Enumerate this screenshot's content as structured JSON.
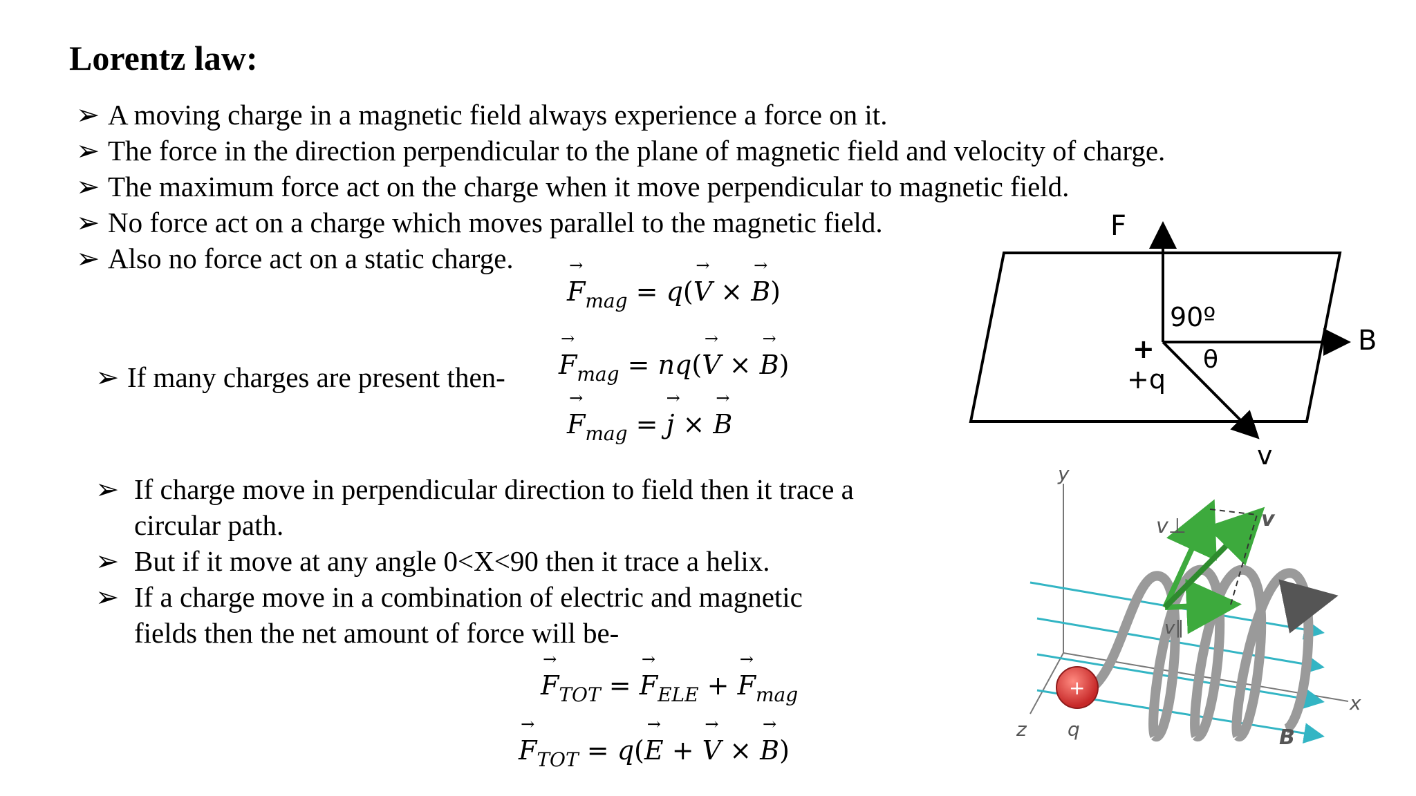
{
  "title": "Lorentz law:",
  "bullets_top": [
    "A moving charge in a magnetic field always experience a force on it.",
    "The force in the direction perpendicular to the plane of magnetic field and velocity of charge.",
    "The maximum force act on the charge when it move perpendicular to magnetic field.",
    "No force act on a charge which moves parallel to the magnetic field.",
    "Also no force act on a static charge."
  ],
  "many_charges": "If many charges are present then-",
  "bullets_bottom": [
    "If charge move in perpendicular direction to field then it trace a",
    "circular path.",
    "But if it move at any angle 0<X<90 then it trace a helix.",
    "If a charge move in a combination of electric and magnetic",
    "fields then the net amount of force will be-"
  ],
  "sym": {
    "F": "F",
    "V": "V",
    "B": "B",
    "E": "E",
    "j": "j",
    "q": "q",
    "nq": "nq",
    "mag": "mag",
    "TOT": "TOT",
    "ELE": "ELE",
    "eq": "=",
    "times": "×",
    "plus": "+",
    "lp": "(",
    "rp": ")"
  },
  "diagram1": {
    "F": "F",
    "B": "B",
    "V": "v",
    "angle90": "90º",
    "theta": "θ",
    "plus": "+",
    "q": "+q"
  },
  "diagram2": {
    "y": "y",
    "z": "z",
    "x": "x",
    "q": "q",
    "v_perp": "v⊥",
    "v_par": "v∥",
    "v": "v",
    "B": "B",
    "plus": "+"
  }
}
